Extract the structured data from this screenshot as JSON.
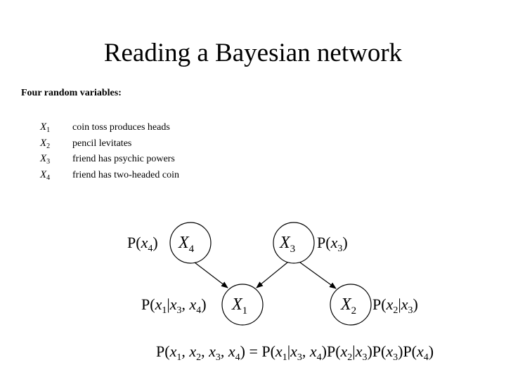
{
  "slide": {
    "title": "Reading a Bayesian network",
    "subtitle": "Four random variables:"
  },
  "variables": [
    {
      "symbol": "X",
      "index": "1",
      "description": "coin toss produces heads"
    },
    {
      "symbol": "X",
      "index": "2",
      "description": "pencil levitates"
    },
    {
      "symbol": "X",
      "index": "3",
      "description": "friend has psychic powers"
    },
    {
      "symbol": "X",
      "index": "4",
      "description": "friend has two-headed coin"
    }
  ],
  "network": {
    "nodes": {
      "x4": {
        "symbol": "X",
        "index": "4"
      },
      "x3": {
        "symbol": "X",
        "index": "3"
      },
      "x1": {
        "symbol": "X",
        "index": "1"
      },
      "x2": {
        "symbol": "X",
        "index": "2"
      }
    },
    "edges": [
      {
        "from": "X4",
        "to": "X1"
      },
      {
        "from": "X3",
        "to": "X1"
      },
      {
        "from": "X3",
        "to": "X2"
      }
    ],
    "probabilities": {
      "p_x4": {
        "fn": "P(",
        "var": "x",
        "sub": "4",
        "close": ")"
      },
      "p_x3": {
        "fn": "P(",
        "var": "x",
        "sub": "3",
        "close": ")"
      },
      "p_x1": {
        "fn": "P(",
        "var": "x",
        "sub": "1",
        "sep": "|",
        "var2": "x",
        "sub2": "3",
        "comma": ", ",
        "var3": "x",
        "sub3": "4",
        "close": ")"
      },
      "p_x2": {
        "fn": "P(",
        "var": "x",
        "sub": "2",
        "sep": "|",
        "var2": "x",
        "sub2": "3",
        "close": ")"
      }
    }
  },
  "formula": {
    "lhs_open": "P(",
    "v1": "x",
    "s1": "1",
    "c1": ", ",
    "v2": "x",
    "s2": "2",
    "c2": ", ",
    "v3": "x",
    "s3": "3",
    "c3": ", ",
    "v4": "x",
    "s4": "4",
    "lhs_close": ") = ",
    "t1_open": "P(",
    "t1_v": "x",
    "t1_s": "1",
    "t1_bar": "|",
    "t1_v2": "x",
    "t1_s2": "3",
    "t1_c": ", ",
    "t1_v3": "x",
    "t1_s3": "4",
    "t1_close": ")",
    "t2_open": "P(",
    "t2_v": "x",
    "t2_s": "2",
    "t2_bar": "|",
    "t2_v2": "x",
    "t2_s2": "3",
    "t2_close": ")",
    "t3_open": "P(",
    "t3_v": "x",
    "t3_s": "3",
    "t3_close": ")",
    "t4_open": "P(",
    "t4_v": "x",
    "t4_s": "4",
    "t4_close": ")"
  }
}
